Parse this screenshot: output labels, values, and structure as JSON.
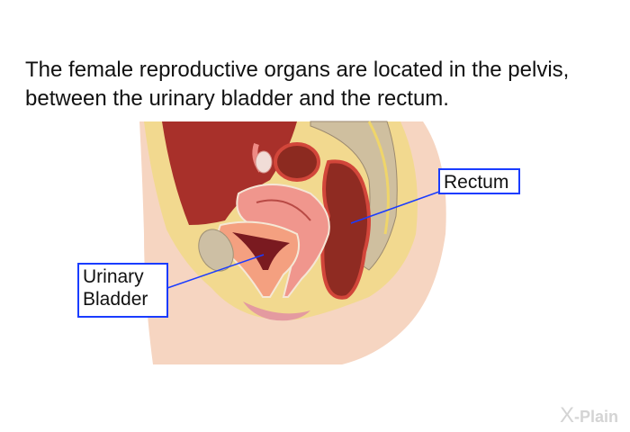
{
  "caption": "The female reproductive organs are located in the pelvis, between the urinary bladder and the rectum.",
  "labels": {
    "rectum": "Rectum",
    "urinary_bladder_line1": "Urinary",
    "urinary_bladder_line2": "Bladder"
  },
  "logo": {
    "mark": "X",
    "text": "-Plain"
  },
  "colors": {
    "label_border": "#1a3cff",
    "skin": "#f5d2bd",
    "fat": "#f3dc95",
    "organ": "#9b2a22"
  }
}
